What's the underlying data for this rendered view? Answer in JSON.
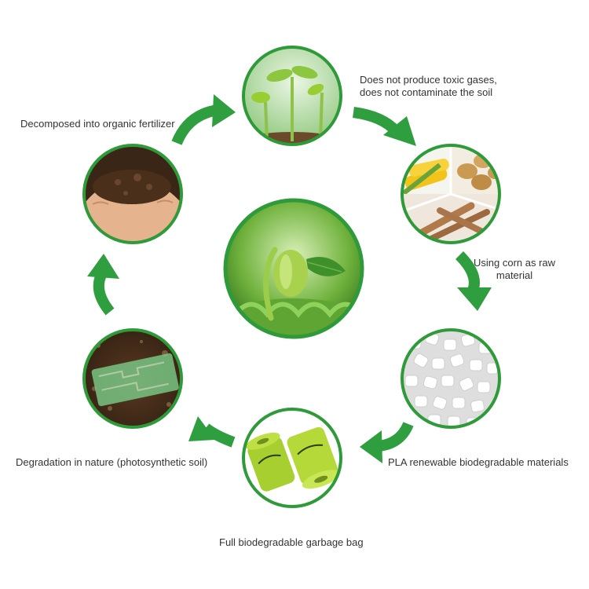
{
  "colors": {
    "accent_green": "#2e9e3e",
    "ring_green": "#2f9a3a",
    "label_text": "#333333"
  },
  "stages": [
    {
      "id": "sprouts",
      "icon": "seedling-sprouts-icon"
    },
    {
      "id": "raw-materials",
      "icon": "corn-potato-cassava-icon"
    },
    {
      "id": "pla-pellets",
      "icon": "pla-pellets-icon"
    },
    {
      "id": "garbage-bag",
      "icon": "garbage-bag-rolls-icon"
    },
    {
      "id": "degradation",
      "icon": "degradation-soil-icon"
    },
    {
      "id": "fertilizer",
      "icon": "soil-in-hands-icon"
    },
    {
      "id": "center",
      "icon": "bean-sprout-icon"
    }
  ],
  "labels": {
    "no_toxic_line1": "Does not produce toxic gases,",
    "no_toxic_line2": "does not contaminate the soil",
    "corn_line1": "Using corn as raw",
    "corn_line2": "material",
    "pla": "PLA renewable biodegradable materials",
    "bag": "Full biodegradable garbage bag",
    "degradation": "Degradation in nature (photosynthetic soil)",
    "fertilizer": "Decomposed into organic fertilizer"
  }
}
